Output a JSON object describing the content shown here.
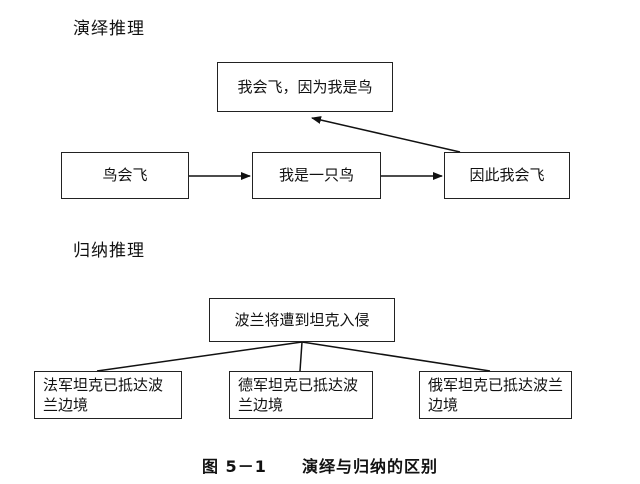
{
  "deduction": {
    "title": "演绎推理",
    "conclusion_box": "我会飞，因为我是鸟",
    "premise_box": "鸟会飞",
    "middle_box": "我是一只鸟",
    "result_box": "因此我会飞"
  },
  "induction": {
    "title": "归纳推理",
    "conclusion_box": "波兰将遭到坦克入侵",
    "observations": [
      "法军坦克已抵达波兰边境",
      "德军坦克已抵达波兰边境",
      "俄军坦克已抵达波兰边境"
    ]
  },
  "caption": {
    "label": "图 5－1",
    "text": "演绎与归纳的区别"
  }
}
